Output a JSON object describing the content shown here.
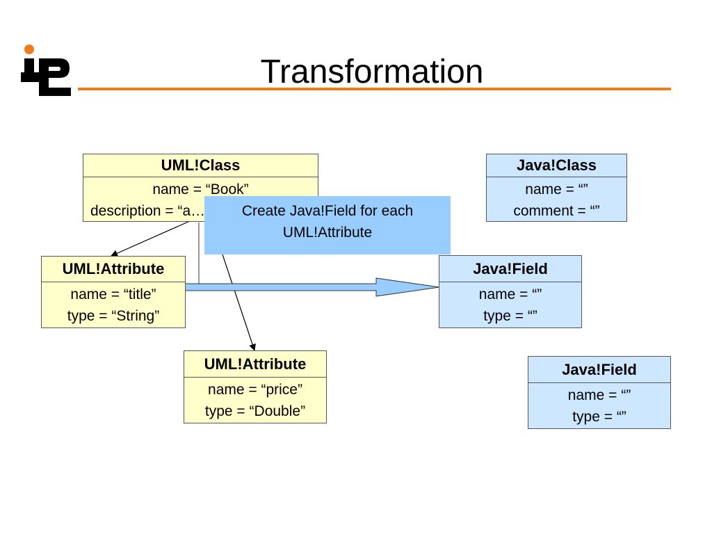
{
  "slide": {
    "title": "Transformation",
    "accent_color": "#f07d1c"
  },
  "boxes": {
    "uml_class": {
      "header": "UML!Class",
      "lines": [
        "name = “Book”",
        "description = “a…"
      ]
    },
    "java_class": {
      "header": "Java!Class",
      "lines": [
        "name = “”",
        "comment = “”"
      ]
    },
    "uml_attr_title": {
      "header": "UML!Attribute",
      "lines": [
        "name = “title”",
        "type = “String”"
      ]
    },
    "java_field_1": {
      "header": "Java!Field",
      "lines": [
        "name = “”",
        "type = “”"
      ]
    },
    "uml_attr_price": {
      "header": "UML!Attribute",
      "lines": [
        "name = “price”",
        "type = “Double”"
      ]
    },
    "java_field_2": {
      "header": "Java!Field",
      "lines": [
        "name = “”",
        "type = “”"
      ]
    }
  },
  "callout": {
    "lines": [
      "Create Java!Field  for each",
      "UML!Attribute"
    ]
  },
  "colors": {
    "uml_fill": "#ffffcc",
    "java_fill": "#cce7ff",
    "callout_fill": "#99ccff",
    "transform_arrow_fill": "#99ccff"
  }
}
